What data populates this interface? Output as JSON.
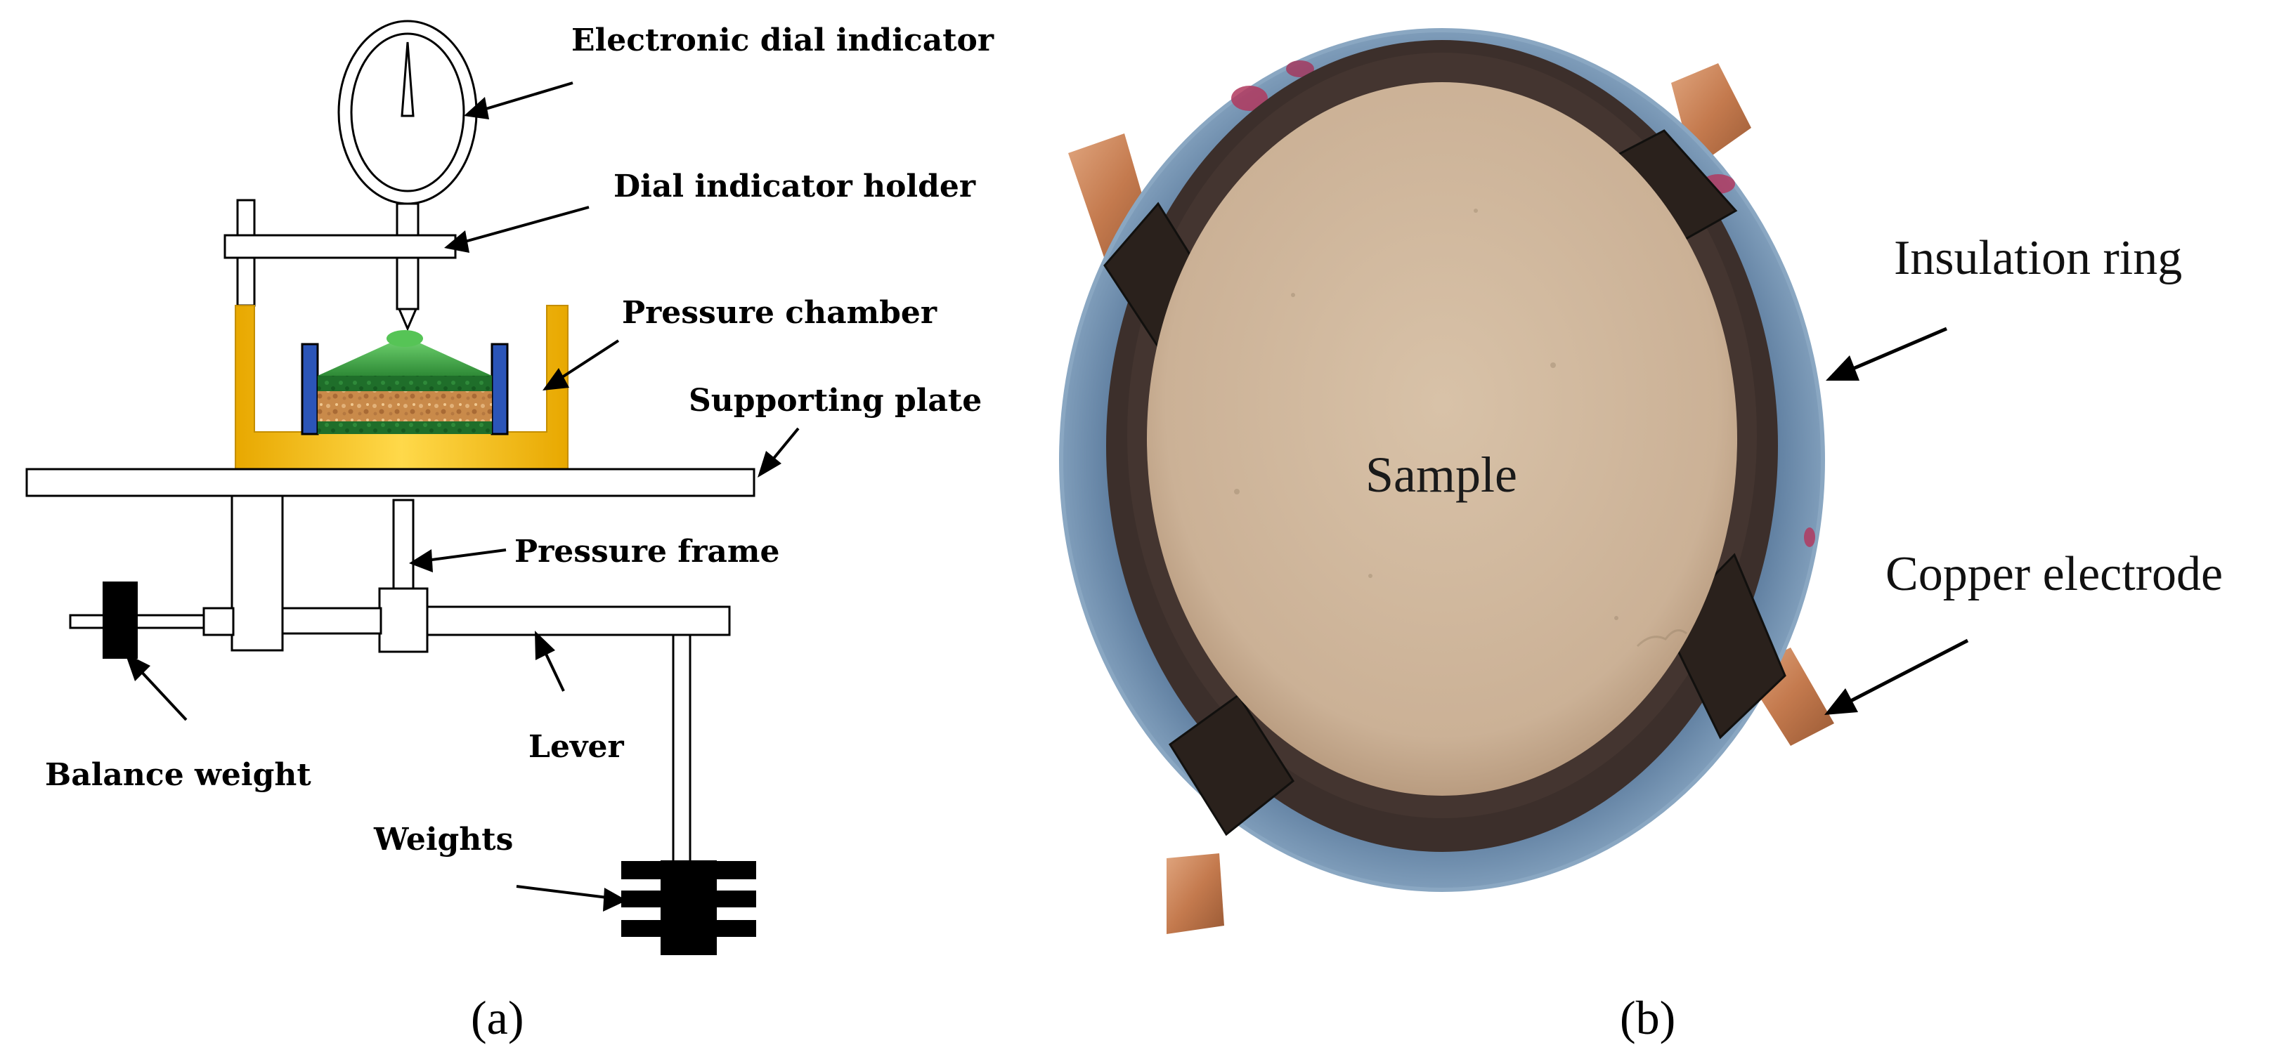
{
  "labels_a": {
    "electronic_dial_indicator": "Electronic dial indicator",
    "dial_indicator_holder": "Dial indicator holder",
    "pressure_chamber": "Pressure chamber",
    "supporting_plate": "Supporting plate",
    "pressure_frame": "Pressure frame",
    "balance_weight": "Balance weight",
    "lever": "Lever",
    "weights": "Weights"
  },
  "labels_b": {
    "insulation_ring": "Insulation ring",
    "sample": "Sample",
    "copper_electrode": "Copper electrode"
  },
  "captions": {
    "a": "(a)",
    "b": "(b)"
  },
  "colors": {
    "chamber_gold": "#f2b800",
    "chamber_green": "#1f6e2a",
    "cap_green": "#3fa63f",
    "soil_brown": "#c98a4a",
    "chamber_blue": "#1c3f8f",
    "insulation_blue": "#5f7f9f",
    "dark_ring": "#3a2e2a",
    "sample_tan": "#cdb49a",
    "copper": "#c8825a"
  }
}
